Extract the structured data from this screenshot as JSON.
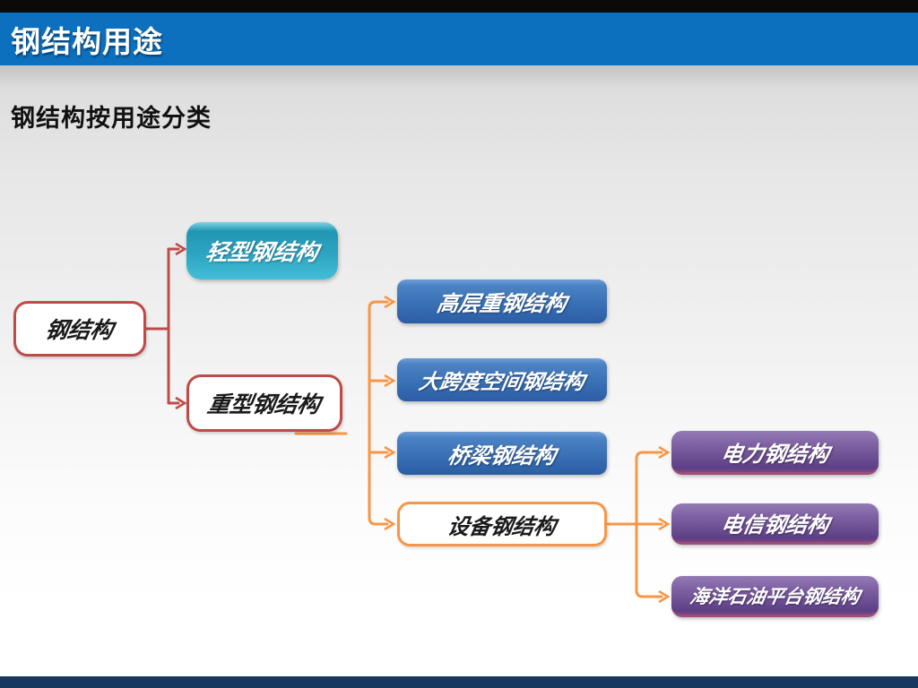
{
  "slide": {
    "title": "钢结构用途",
    "subtitle": "钢结构按用途分类"
  },
  "diagram": {
    "root": {
      "label": "钢结构"
    },
    "level1": [
      {
        "label": "轻型钢结构",
        "style": "teal"
      },
      {
        "label": "重型钢结构",
        "style": "outline-red"
      }
    ],
    "level2": [
      {
        "label": "高层重钢结构",
        "style": "blue"
      },
      {
        "label": "大跨度空间钢结构",
        "style": "blue"
      },
      {
        "label": "桥梁钢结构",
        "style": "blue"
      },
      {
        "label": "设备钢结构",
        "style": "outline-orange"
      }
    ],
    "level3": [
      {
        "label": "电力钢结构",
        "style": "purple"
      },
      {
        "label": "电信钢结构",
        "style": "purple"
      },
      {
        "label": "海洋石油平台钢结构",
        "style": "purple"
      }
    ]
  },
  "colors": {
    "title_bar": "#0c70be",
    "top_strip": "#0a0a0a",
    "footer_bar": "#17375e",
    "connector_red": "#be4b48",
    "connector_orange": "#f79646",
    "teal_box": "#2da5c2",
    "blue_box": "#3a70b5",
    "purple_box": "#6d4d94"
  }
}
